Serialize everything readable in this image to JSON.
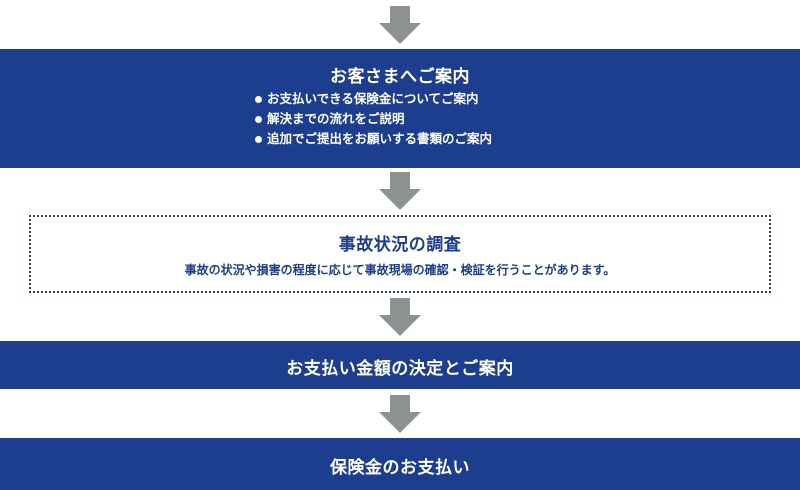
{
  "colors": {
    "primary_blue": "#1d3d8f",
    "arrow_gray": "#8c928d",
    "text_on_blue": "#ffffff",
    "background": "#ffffff"
  },
  "steps": [
    {
      "title": "お客さまへご案内",
      "bullets": [
        "お支払いできる保険金についてご案内",
        "解決までの流れをご説明",
        "追加でご提出をお願いする書類のご案内"
      ]
    },
    {
      "title": "事故状況の調査",
      "description": "事故の状況や損害の程度に応じて事故現場の確認・検証を行うことがあります。"
    },
    {
      "title": "お支払い金額の決定とご案内"
    },
    {
      "title": "保険金のお支払い"
    }
  ]
}
